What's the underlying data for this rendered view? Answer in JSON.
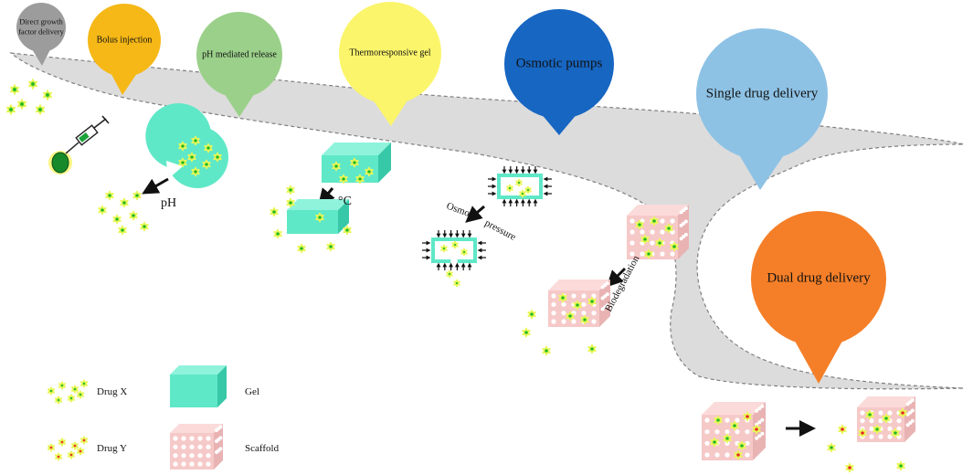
{
  "colors": {
    "path_fill": "#dcdcdc",
    "path_stroke": "#808080",
    "gel": "#5fe8c8",
    "gel_dark": "#37c8a8",
    "scaffold": "#f6c9c9",
    "drug_x": "#1fb81f",
    "drug_x_halo": "#e9f75a",
    "drug_y": "#e8231e",
    "arrow": "#111111"
  },
  "bubbles": [
    {
      "id": "direct",
      "lines": [
        "Direct growth",
        "factor delivery"
      ],
      "color": "#9c9c9c"
    },
    {
      "id": "bolus",
      "lines": [
        "Bolus injection"
      ],
      "color": "#f6b817"
    },
    {
      "id": "ph",
      "lines": [
        "pH mediated release"
      ],
      "color": "#9bd08a"
    },
    {
      "id": "thermo",
      "lines": [
        "Thermoresponsive gel"
      ],
      "color": "#fbf56b"
    },
    {
      "id": "osmotic",
      "lines": [
        "Osmotic pumps"
      ],
      "color": "#1766c2"
    },
    {
      "id": "single",
      "lines": [
        "Single drug delivery"
      ],
      "color": "#8ec2e5"
    },
    {
      "id": "dual",
      "lines": [
        "Dual drug delivery"
      ],
      "color": "#f57f28"
    }
  ],
  "stimulus_labels": {
    "ph": "pH",
    "temperature": "°C",
    "osmotic_1": "Osmotic",
    "osmotic_2": "pressure",
    "biodegradation": "Biodegradation"
  },
  "legend": {
    "drug_x": "Drug X",
    "drug_y": "Drug Y",
    "gel": "Gel",
    "scaffold": "Scaffold"
  }
}
